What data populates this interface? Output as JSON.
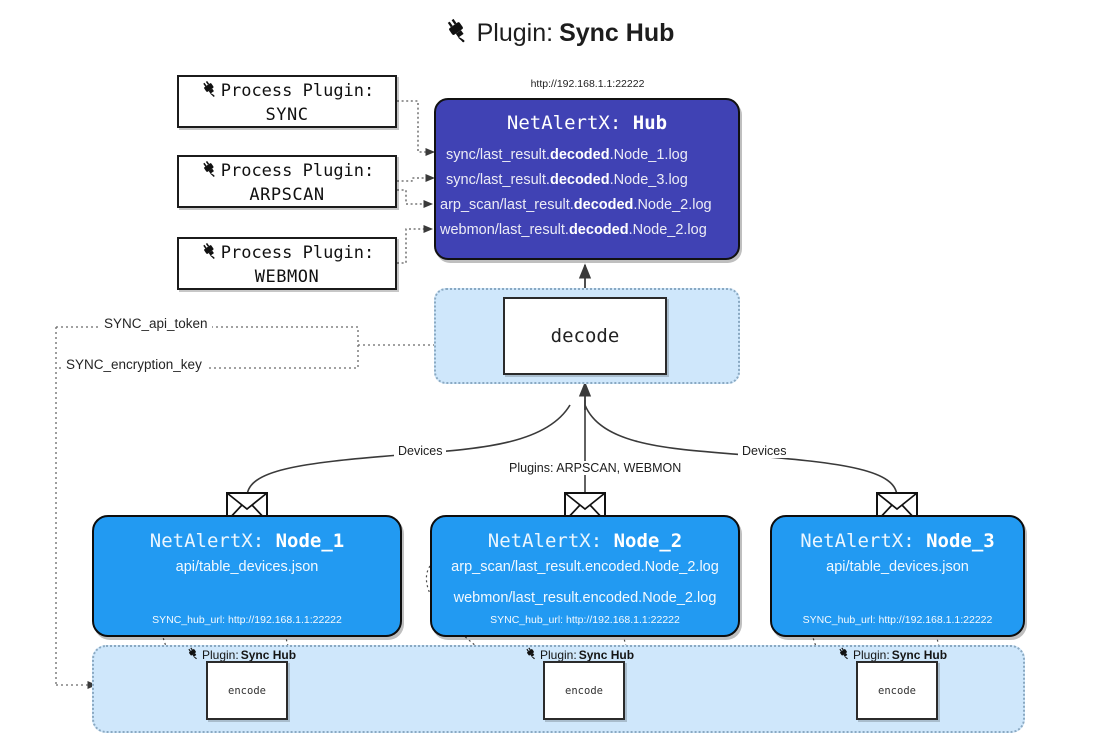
{
  "page": {
    "title_prefix": "Plugin:",
    "title_name": "Sync Hub",
    "plug_icon": "plug-icon"
  },
  "colors": {
    "hub_fill": "#4042b4",
    "node_fill": "#229af2",
    "zone_fill": "#cfe7fb",
    "zone_border": "#8aa9c2",
    "box_border": "#1b1b1b",
    "page_bg": "#ffffff"
  },
  "process_plugins": [
    {
      "caption": "Process Plugin:",
      "name": "SYNC"
    },
    {
      "caption": "Process Plugin:",
      "name": "ARPSCAN"
    },
    {
      "caption": "Process Plugin:",
      "name": "WEBMON"
    }
  ],
  "hub": {
    "url": "http://192.168.1.1:22222",
    "title_prefix": "NetAlertX:",
    "title_name": "Hub",
    "logs": [
      {
        "pre": "sync/last_result.",
        "em": "decoded",
        "post": ".Node_1.log"
      },
      {
        "pre": "sync/last_result.",
        "em": "decoded",
        "post": ".Node_3.log"
      },
      {
        "pre": "arp_scan/last_result.",
        "em": "decoded",
        "post": ".Node_2.log"
      },
      {
        "pre": "webmon/last_result.",
        "em": "decoded",
        "post": ".Node_2.log"
      }
    ]
  },
  "decode": {
    "label": "decode"
  },
  "secrets": [
    {
      "label": "SYNC_api_token"
    },
    {
      "label": "SYNC_encryption_key"
    }
  ],
  "edge_labels": {
    "devices_left": "Devices",
    "plugins_center": "Plugins: ARPSCAN, WEBMON",
    "devices_right": "Devices"
  },
  "nodes": [
    {
      "title_prefix": "NetAlertX:",
      "title_name": "Node_1",
      "lines": [
        "api/table_devices.json"
      ],
      "footer": "SYNC_hub_url: http://192.168.1.1:22222"
    },
    {
      "title_prefix": "NetAlertX:",
      "title_name": "Node_2",
      "lines": [
        "arp_scan/last_result.encoded.Node_2.log",
        "webmon/last_result.encoded.Node_2.log"
      ],
      "footer": "SYNC_hub_url: http://192.168.1.1:22222"
    },
    {
      "title_prefix": "NetAlertX:",
      "title_name": "Node_3",
      "lines": [
        "api/table_devices.json"
      ],
      "footer": "SYNC_hub_url: http://192.168.1.1:22222"
    }
  ],
  "encoders": [
    {
      "caption_prefix": "Plugin:",
      "caption_name": "Sync Hub",
      "label": "encode"
    },
    {
      "caption_prefix": "Plugin:",
      "caption_name": "Sync Hub",
      "label": "encode"
    },
    {
      "caption_prefix": "Plugin:",
      "caption_name": "Sync Hub",
      "label": "encode"
    }
  ]
}
